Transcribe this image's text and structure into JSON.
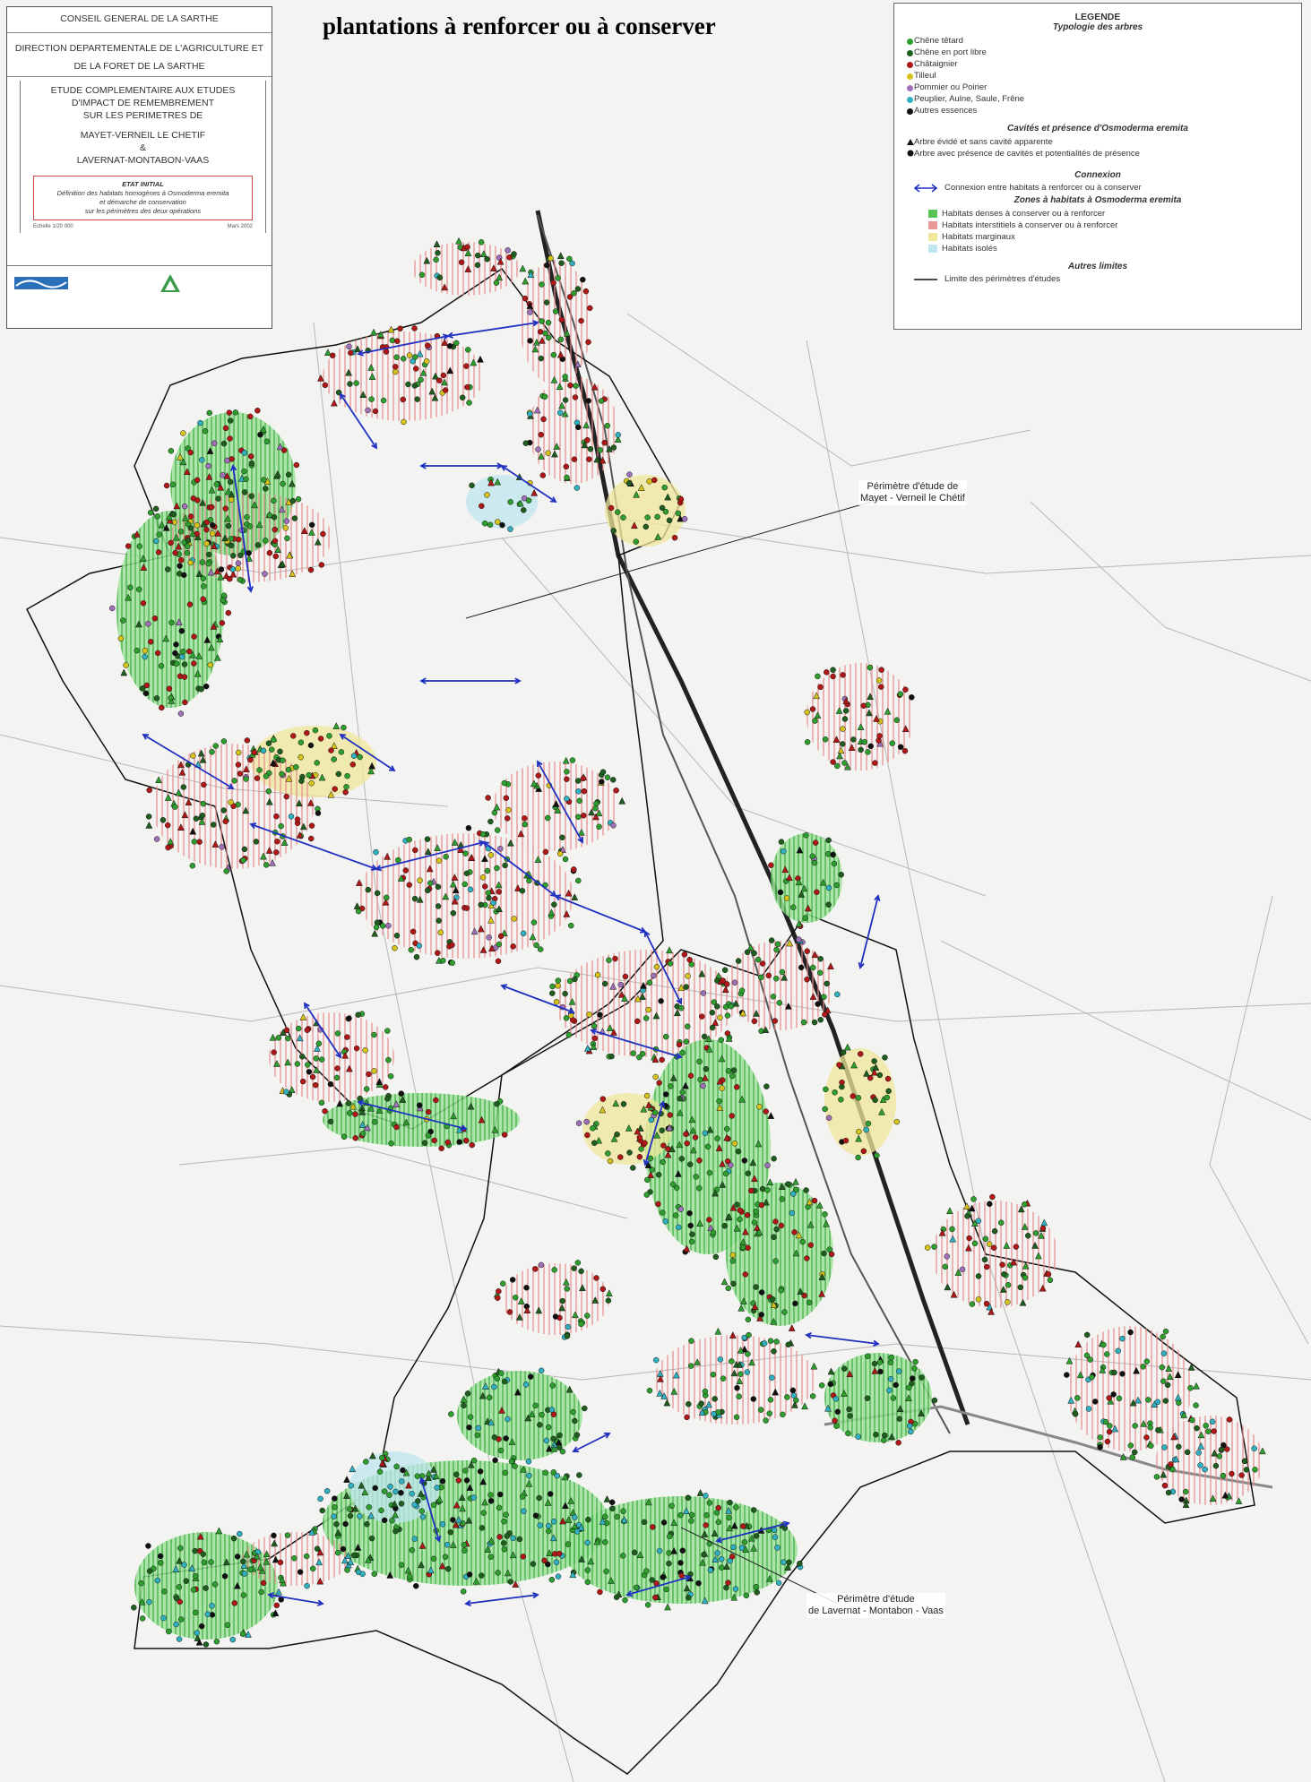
{
  "title": "plantations à renforcer ou à conserver",
  "cartouche": {
    "lines_top": [
      "CONSEIL GENERAL DE LA SARTHE",
      "DIRECTION DEPARTEMENTALE DE L'AGRICULTURE ET",
      "DE LA FORET DE LA SARTHE"
    ],
    "study": [
      "ETUDE COMPLEMENTAIRE AUX ETUDES",
      "D'IMPACT DE REMEMBREMENT",
      "SUR LES PERIMETRES DE",
      "MAYET-VERNEIL LE CHETIF",
      "&",
      "LAVERNAT-MONTABON-VAAS"
    ],
    "etat_title": "ETAT INITIAL",
    "etat_lines": [
      "Définition des habitats homogènes à Osmoderma eremita",
      "et démarche de conservation",
      "sur les périmètres des deux opérations"
    ],
    "meta_left": "Echelle 1/20 000",
    "meta_right": "Mars 2002"
  },
  "legend": {
    "title": "LEGENDE",
    "trees_title": "Typologie des arbres",
    "trees": [
      {
        "label": "Chêne têtard",
        "color": "#2e9e2e"
      },
      {
        "label": "Chêne en port libre",
        "color": "#1f5e1f"
      },
      {
        "label": "Châtaignier",
        "color": "#b01818"
      },
      {
        "label": "Tilleul",
        "color": "#d6c21a"
      },
      {
        "label": "Pommier ou Poirier",
        "color": "#a070b8"
      },
      {
        "label": "Peuplier, Aulne, Saule, Frêne",
        "color": "#30b0c0"
      },
      {
        "label": "Autres essences",
        "color": "#111111"
      }
    ],
    "cavities_title": "Cavités et présence d'Osmoderma eremita",
    "cavities": [
      {
        "label": "Arbre évidé et sans cavité apparente",
        "shape": "triangle"
      },
      {
        "label": "Arbre avec présence de cavités et potentialités de présence",
        "shape": "circle"
      }
    ],
    "connexion_title": "Connexion",
    "connexion_label": "Connexion entre habitats à renforcer ou à conserver",
    "connexion_color": "#2030c0",
    "zones_title": "Zones à habitats à Osmoderma eremita",
    "zones": [
      {
        "label": "Habitats denses à conserver ou à renforcer",
        "color": "#55c455"
      },
      {
        "label": "Habitats interstitiels à conserver ou à renforcer",
        "color": "#e89898"
      },
      {
        "label": "Habitats marginaux",
        "color": "#f0e79a"
      },
      {
        "label": "Habitats isolés",
        "color": "#bfe6ee"
      }
    ],
    "limits_title": "Autres limites",
    "limits_label": "Limite des périmètres d'études"
  },
  "map_labels": {
    "perimeter_north": [
      "Périmètre d'étude de",
      "Mayet - Verneil le Chétif"
    ],
    "perimeter_south": [
      "Périmètre d'étude",
      "de Lavernat - Montabon - Vaas"
    ]
  }
}
